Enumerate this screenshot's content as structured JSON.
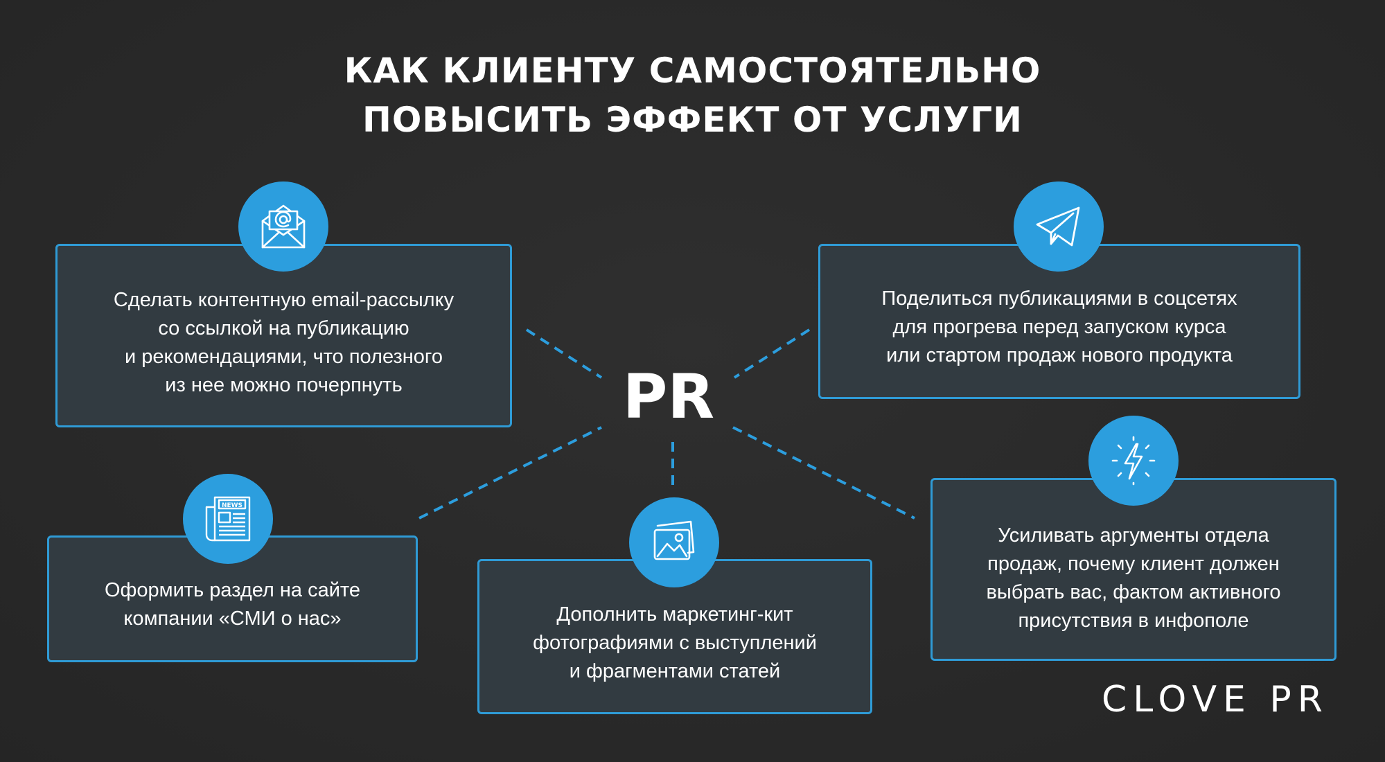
{
  "title": {
    "line1": "КАК КЛИЕНТУ САМОСТОЯТЕЛЬНО",
    "line2": "ПОВЫСИТЬ ЭФФЕКТ ОТ УСЛУГИ"
  },
  "center": {
    "label": "PR"
  },
  "cards": {
    "email": {
      "icon": "email-envelope-icon",
      "lines": [
        "Сделать контентную email-рассылку",
        "со ссылкой на публикацию",
        "и рекомендациями, что полезного",
        "из нее можно почерпнуть"
      ]
    },
    "social": {
      "icon": "telegram-paper-plane-icon",
      "lines": [
        "Поделиться публикациями в соцсетях",
        "для прогрева перед запуском курса",
        "или стартом продаж нового продукта"
      ]
    },
    "news": {
      "icon": "newspaper-icon",
      "lines": [
        "Оформить раздел на сайте",
        "компании «СМИ о нас»"
      ]
    },
    "photo": {
      "icon": "photo-gallery-icon",
      "lines": [
        "Дополнить маркетинг-кит",
        "фотографиями с выступлений",
        "и фрагментами статей"
      ]
    },
    "lightning": {
      "icon": "lightning-icon",
      "lines": [
        "Усиливать аргументы отдела",
        "продаж, почему клиент должен",
        "выбрать вас, фактом активного",
        "присутствия в инфополе"
      ]
    }
  },
  "logo": {
    "text": "CLOVE PR"
  },
  "colors": {
    "background": "#2a2a2a",
    "card_fill": "#323b41",
    "accent_blue": "#2c9ede",
    "text": "#ffffff"
  }
}
